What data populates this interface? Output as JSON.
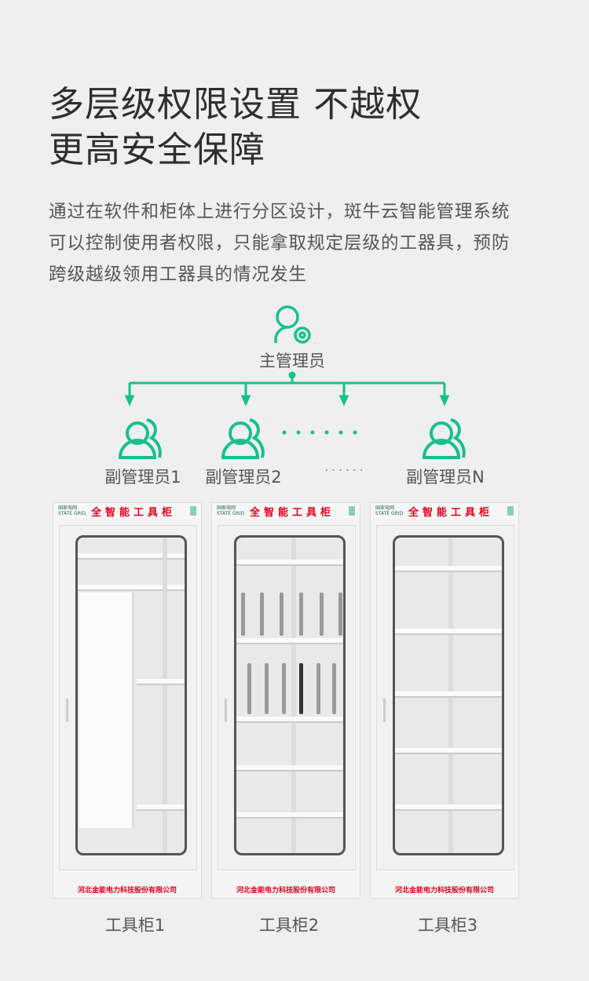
{
  "heading": {
    "line1": "多层级权限设置 不越权",
    "line2": "更高安全保障"
  },
  "description": "通过在软件和柜体上进行分区设计，斑牛云智能管理系统可以控制使用者权限，只能拿取规定层级的工器具，预防跨级越级领用工器具的情况发生",
  "diagram": {
    "accent": "#17c08f",
    "root": {
      "label": "主管理员",
      "icon": "user-gear-icon"
    },
    "children": [
      {
        "label": "副管理员1",
        "icon": "users-icon"
      },
      {
        "label": "副管理员2",
        "icon": "users-icon"
      },
      {
        "label": "· · · · · ·",
        "icon": "dots"
      },
      {
        "label": "副管理员N",
        "icon": "users-icon"
      }
    ]
  },
  "cabinets": [
    {
      "label": "工具柜1"
    },
    {
      "label": "工具柜2"
    },
    {
      "label": "工具柜3"
    }
  ],
  "cabinet_brand": {
    "logo": "国家电网 STATE GRID",
    "title": "全智能工具柜",
    "footer": "河北金能电力科技股份有限公司",
    "title_color": "#e0001b"
  }
}
